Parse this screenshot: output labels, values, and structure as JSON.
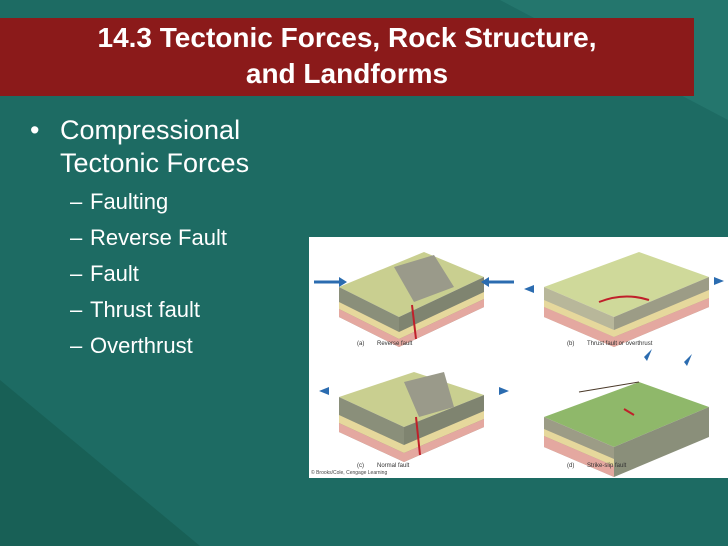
{
  "slide": {
    "title_line1": "14.3 Tectonic Forces, Rock Structure,",
    "title_line2": "and Landforms",
    "bullet": "Compressional Tectonic Forces",
    "bullet_line1": "Compressional",
    "bullet_line2": "Tectonic Forces",
    "subbullets": [
      "Faulting",
      "Reverse Fault",
      "Fault",
      "Thrust fault",
      "Overthrust"
    ]
  },
  "figure": {
    "panels": [
      {
        "letter": "(a)",
        "caption": "Reverse fault"
      },
      {
        "letter": "(b)",
        "caption": "Thrust fault or overthrust"
      },
      {
        "letter": "(c)",
        "caption": "Normal fault"
      },
      {
        "letter": "(d)",
        "caption": "Strike-slip fault"
      }
    ],
    "credit": "© Brooks/Cole, Cengage Learning"
  },
  "colors": {
    "background": "#1d6b63",
    "title_bar": "#8b1a1a",
    "text": "#ffffff"
  }
}
